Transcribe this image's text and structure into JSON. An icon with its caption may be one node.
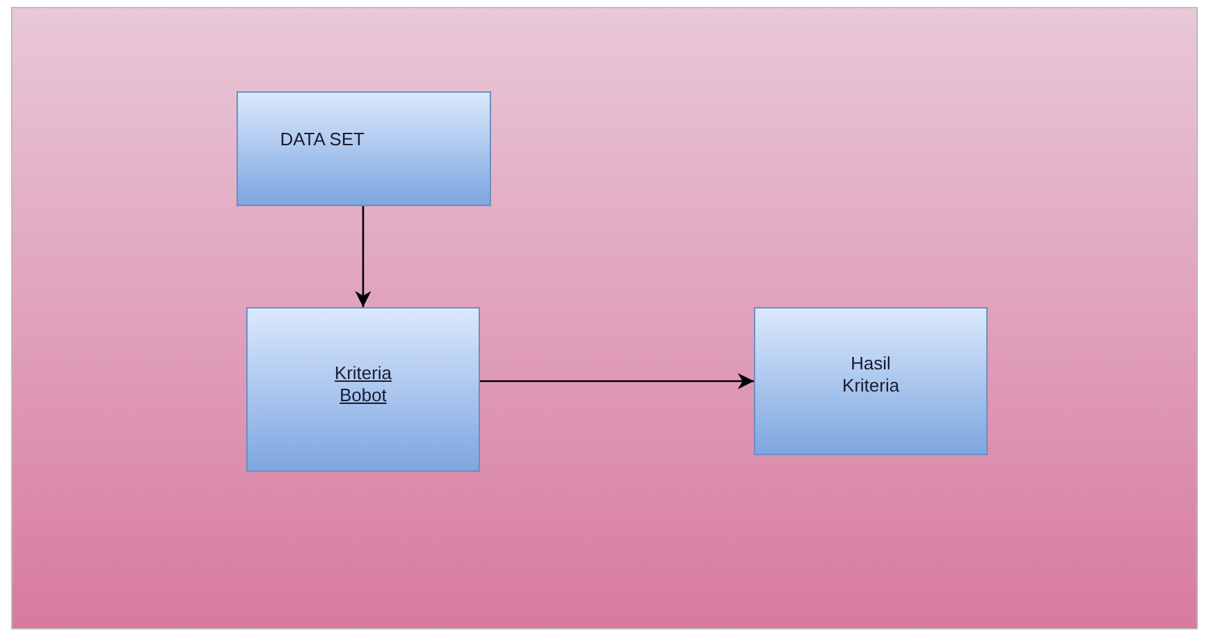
{
  "diagram": {
    "nodes": [
      {
        "text": [
          "DATA SET"
        ]
      },
      {
        "text": [
          "Kriteria Bobot"
        ]
      },
      {
        "text": [
          "Hasil Kriteria"
        ]
      }
    ],
    "edges": [
      {
        "from": 0,
        "to": 1,
        "arrow": "to"
      },
      {
        "from": 1,
        "to": 2,
        "arrow": "to"
      }
    ]
  }
}
